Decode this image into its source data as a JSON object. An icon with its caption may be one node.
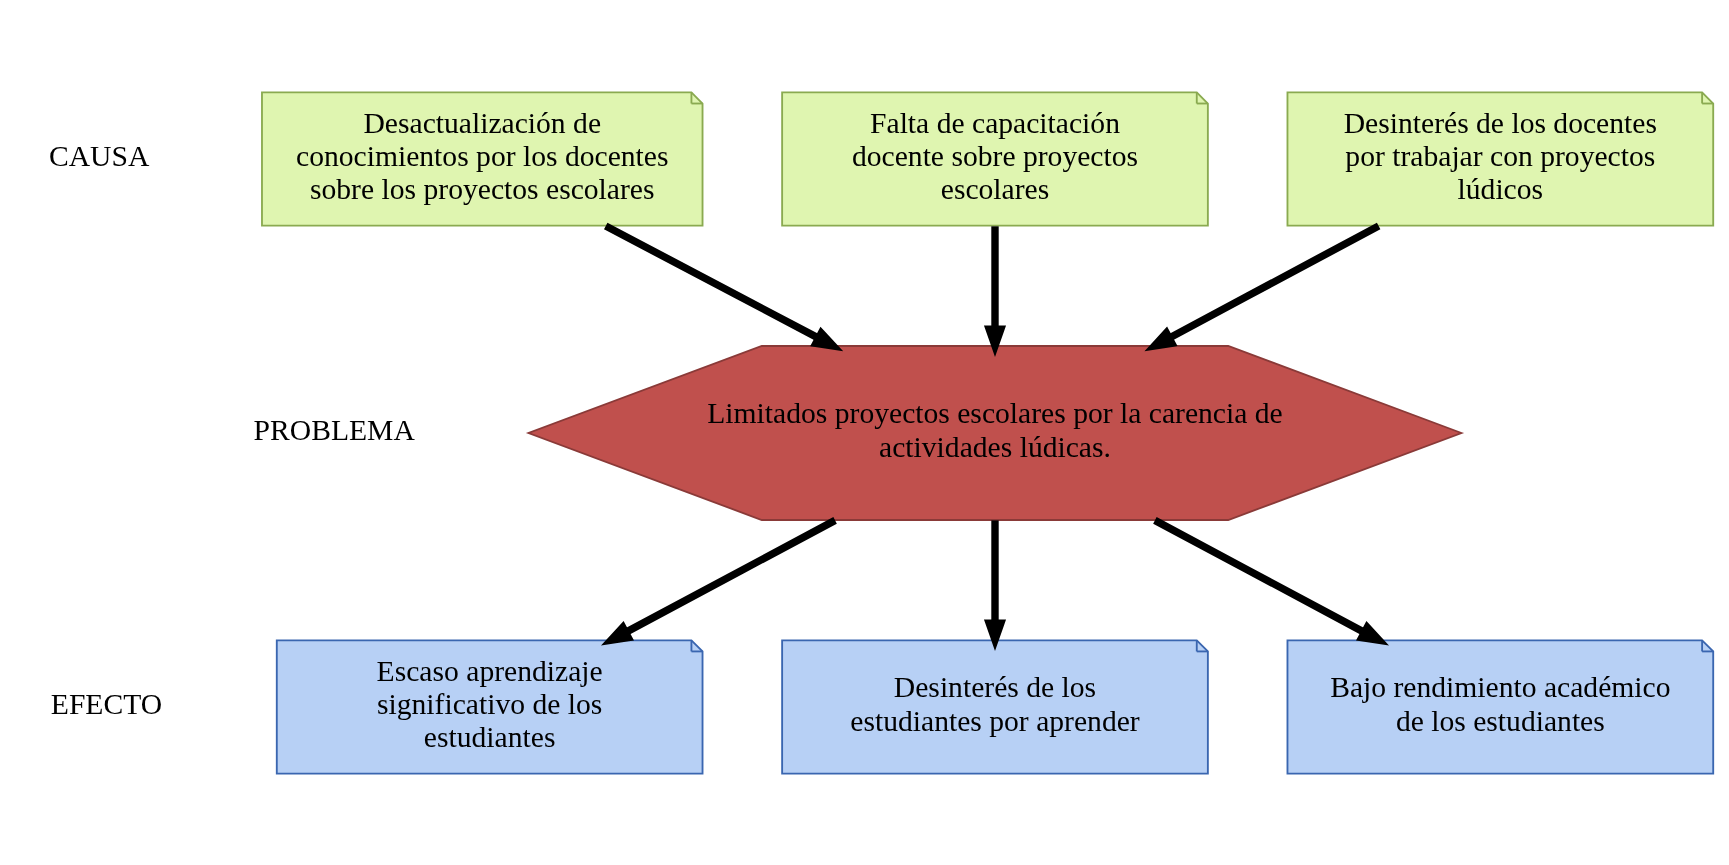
{
  "diagram": {
    "nodes": [
      {
        "text": [
          "Escaso aprendizaje significativo de los estudiantes"
        ]
      },
      {
        "text": [
          "Desinterés de los estudiantes por aprender"
        ]
      },
      {
        "text": [
          "Bajo rendimiento académico de los estudiantes"
        ]
      },
      {
        "text": [
          "Limitados proyectos escolares por la carencia de actividades lúdicas."
        ]
      },
      {
        "text": [
          "Desactualización de conocimientos por los docentes sobre los proyectos escolares"
        ]
      },
      {
        "text": [
          "Falta de capacitación docente sobre proyectos escolares"
        ]
      },
      {
        "text": [
          "Desinterés de los docentes por trabajar con proyectos lúdicos"
        ]
      }
    ],
    "edges": [
      {
        "from": 3,
        "to": 0,
        "arrow": "to"
      },
      {
        "from": 3,
        "to": 1,
        "arrow": "to"
      },
      {
        "from": 3,
        "to": 2,
        "arrow": "to"
      },
      {
        "from": 4,
        "to": 3,
        "arrow": "to"
      },
      {
        "from": 5,
        "to": 3,
        "arrow": "to"
      },
      {
        "from": 6,
        "to": 3,
        "arrow": "to"
      }
    ],
    "labels": [
      "EFECTO",
      "PROBLEMA",
      "CAUSA"
    ]
  }
}
